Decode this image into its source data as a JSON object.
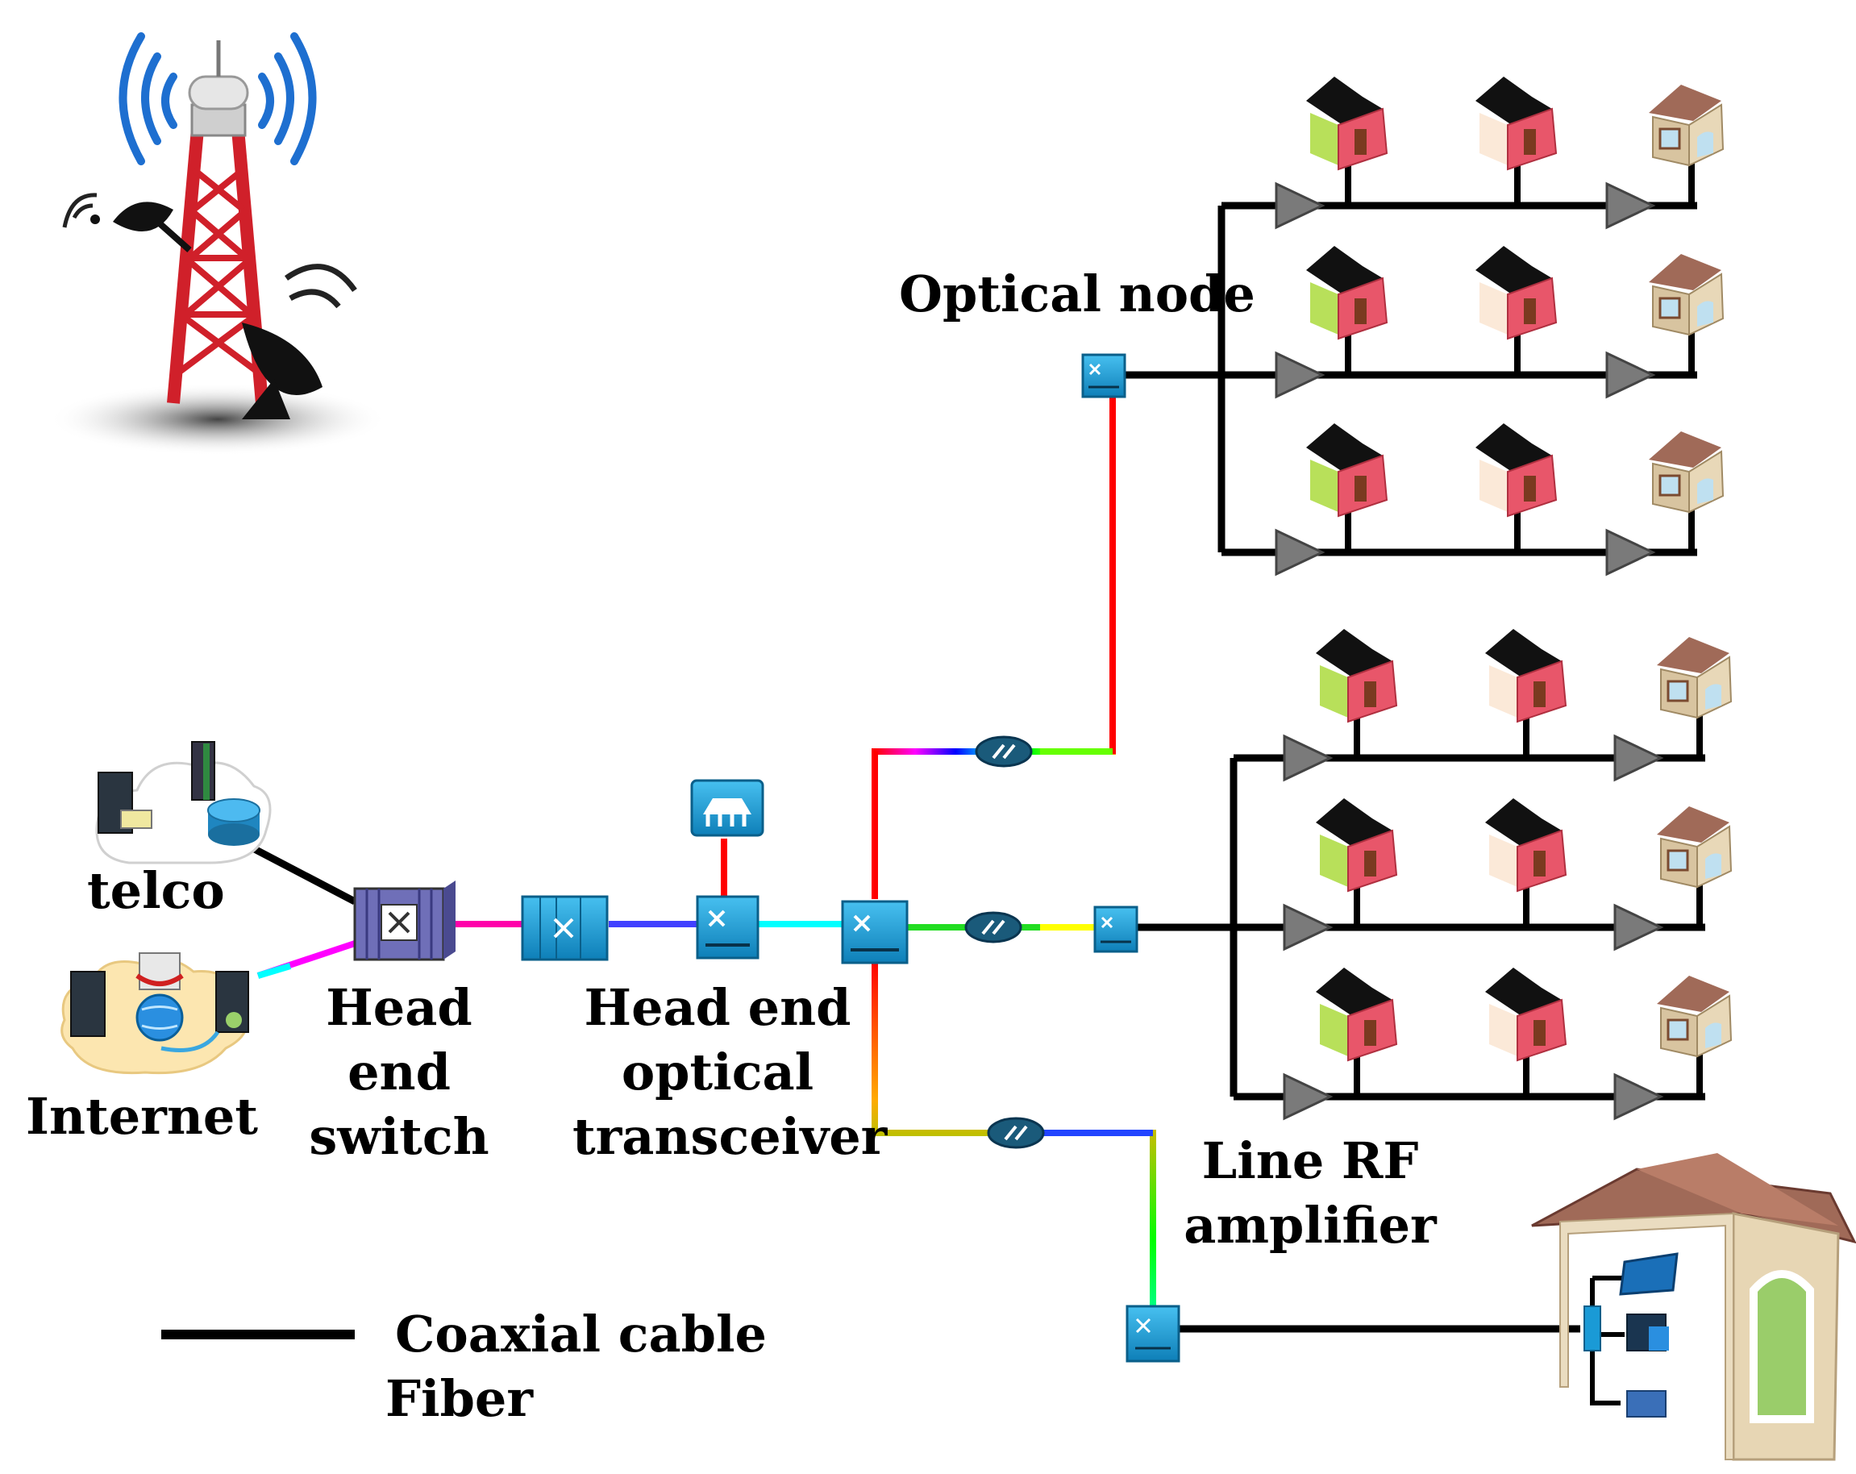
{
  "labels": {
    "optical_node": "Optical node",
    "telco": "telco",
    "internet": "Internet",
    "head_end_switch": [
      "Head",
      "end",
      "switch"
    ],
    "head_end_optical_transceiver": [
      "Head end",
      "optical",
      "transceiver"
    ],
    "line_rf_amplifier": [
      "Line RF",
      "amplifier"
    ]
  },
  "legend": {
    "coaxial_cable": "Coaxial cable",
    "fiber": "Fiber"
  },
  "colors": {
    "coax": "#000000",
    "device_blue": "#1a9ad6",
    "switch_purple": "#6f6fb8",
    "fiber_gradient": [
      "#ff0000",
      "#ff8800",
      "#ffff00",
      "#00ff00",
      "#00ffff",
      "#0000ff",
      "#ff00ff"
    ]
  }
}
